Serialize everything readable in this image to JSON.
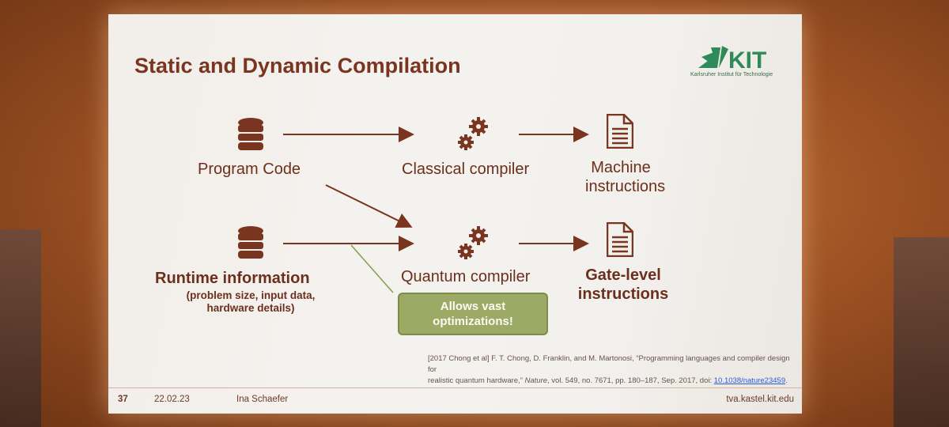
{
  "slide": {
    "title": "Static and Dynamic Compilation",
    "logo": {
      "text": "KIT",
      "subtitle": "Karlsruher Institut für Technologie"
    },
    "nodes": {
      "program_code": "Program Code",
      "classical_compiler": "Classical compiler",
      "machine_instructions_1": "Machine",
      "machine_instructions_2": "instructions",
      "runtime_information": "Runtime information",
      "runtime_details_1": "(problem size, input data,",
      "runtime_details_2": "hardware details)",
      "quantum_compiler": "Quantum compiler",
      "gate_level_1": "Gate-level",
      "gate_level_2": "instructions"
    },
    "callout": {
      "line1": "Allows vast",
      "line2": "optimizations!"
    },
    "citation": {
      "text_1": "[2017 Chong et al] F. T. Chong, D. Franklin, and M. Martonosi, “Programming languages and compiler design for",
      "text_2a": "realistic quantum hardware,” ",
      "journal": "Nature",
      "text_2b": ", vol. 549, no. 7671, pp. 180–187, Sep. 2017, doi: ",
      "doi": "10.1038/nature23459",
      "text_2c": "."
    },
    "footer": {
      "page": "37",
      "date": "22.02.23",
      "author": "Ina Schaefer",
      "url": "tva.kastel.kit.edu"
    }
  },
  "colors": {
    "accent_brown": "#7a3520",
    "callout_green": "#9daa65",
    "kit_green": "#2f8a5a"
  },
  "icons": [
    "database-icon",
    "gears-icon",
    "document-icon",
    "kit-logo-icon"
  ]
}
